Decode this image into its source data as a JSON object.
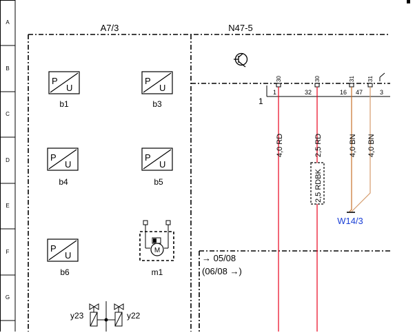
{
  "row_labels": [
    "A",
    "B",
    "C",
    "D",
    "E",
    "F",
    "G"
  ],
  "modules": {
    "left": "A7/3",
    "right": "N47-5"
  },
  "sensors": [
    {
      "id": "b1",
      "p": "P",
      "u": "U"
    },
    {
      "id": "b3",
      "p": "P",
      "u": "U"
    },
    {
      "id": "b4",
      "p": "P",
      "u": "U"
    },
    {
      "id": "b5",
      "p": "P",
      "u": "U"
    },
    {
      "id": "b6",
      "p": "P",
      "u": "U"
    }
  ],
  "motor": {
    "id": "m1",
    "symbol": "M"
  },
  "valves": {
    "left": "y23",
    "right": "y22"
  },
  "connector": {
    "id": "1",
    "terminals": [
      "30",
      "30",
      "31",
      "31"
    ],
    "pins": [
      "1",
      "32",
      "16",
      "47",
      "3"
    ]
  },
  "wires": [
    {
      "label": "4,0 RD",
      "color": "#e8001c"
    },
    {
      "label": "2,5 RD",
      "color": "#e8001c"
    },
    {
      "label": "4,0 BN",
      "color": "#c8702a"
    },
    {
      "label": "4,0 BN",
      "color": "#c8702a"
    }
  ],
  "alt_wire": {
    "label": "2,5 RDBK"
  },
  "ground": {
    "label": "W14/3",
    "color": "#1a3fd6"
  },
  "note": {
    "line1": "→ 05/08",
    "line2": "(06/08 →)"
  },
  "colors": {
    "line": "#000000",
    "ground_line": "#d49a6a"
  }
}
